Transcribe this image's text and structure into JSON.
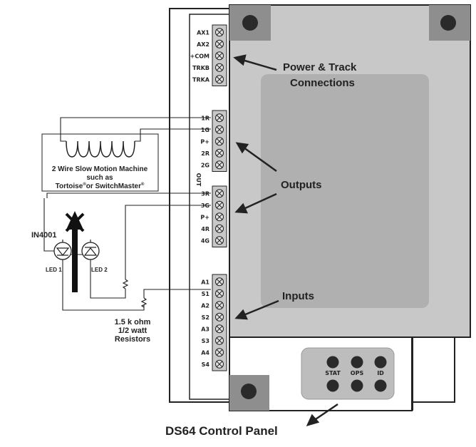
{
  "terminals": {
    "power": [
      "AX1",
      "AX2",
      "+COM",
      "TRKB",
      "TRKA"
    ],
    "outputs_top": [
      "1R",
      "1G",
      "P+",
      "2R",
      "2G"
    ],
    "out_label": "OUT",
    "outputs_bottom": [
      "3R",
      "3G",
      "P+",
      "4R",
      "4G"
    ],
    "inputs": [
      "A1",
      "S1",
      "A2",
      "S2",
      "A3",
      "S3",
      "A4",
      "S4"
    ]
  },
  "callouts": {
    "power_line1": "Power & Track",
    "power_line2": "Connections",
    "outputs": "Outputs",
    "inputs": "Inputs",
    "panel": "DS64 Control Panel"
  },
  "panel_buttons": [
    "STAT",
    "OPS",
    "ID"
  ],
  "machine": {
    "line1": "2 Wire Slow Motion Machine",
    "line2": "such as",
    "line3": "Tortoise",
    "line3_mid": "or SwitchMaster"
  },
  "diode_label": "IN4001",
  "led1": "LED 1",
  "led2": "LED 2",
  "resistor": {
    "line1": "1.5 k ohm",
    "line2": "1/2 watt",
    "line3": "Resistors"
  },
  "colors": {
    "board": "#c8c8c8",
    "board_dark": "#b0b0b0",
    "corner": "#8e8e8e",
    "line": "#222222"
  }
}
